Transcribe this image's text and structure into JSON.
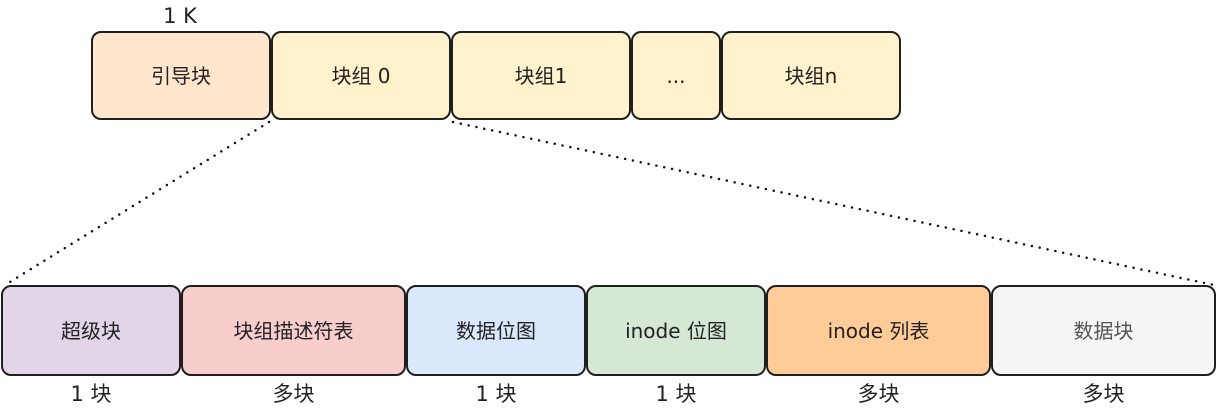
{
  "top_row": {
    "size_label": "1 K",
    "boxes": [
      {
        "label": "引导块",
        "fill": "#FFE6CC"
      },
      {
        "label": "块组 0",
        "fill": "#FFF2CC"
      },
      {
        "label": "块组1",
        "fill": "#FFF2CC"
      },
      {
        "label": "...",
        "fill": "#FFF2CC"
      },
      {
        "label": "块组n",
        "fill": "#FFF2CC"
      }
    ]
  },
  "bottom_row": {
    "boxes": [
      {
        "label": "超级块",
        "count": "1 块",
        "fill": "#E1D5E7"
      },
      {
        "label": "块组描述符表",
        "count": "多块",
        "fill": "#F8CECC"
      },
      {
        "label": "数据位图",
        "count": "1 块",
        "fill": "#DAE8FC"
      },
      {
        "label": "inode 位图",
        "count": "1 块",
        "fill": "#D5E8D4"
      },
      {
        "label": "inode 列表",
        "count": "多块",
        "fill": "#FFCC99"
      },
      {
        "label": "数据块",
        "count": "多块",
        "fill": "#F5F5F5"
      }
    ]
  },
  "colors": {
    "border": "#1F1F1F",
    "text": "#222222",
    "bottom_datablock_text": "#555555"
  }
}
